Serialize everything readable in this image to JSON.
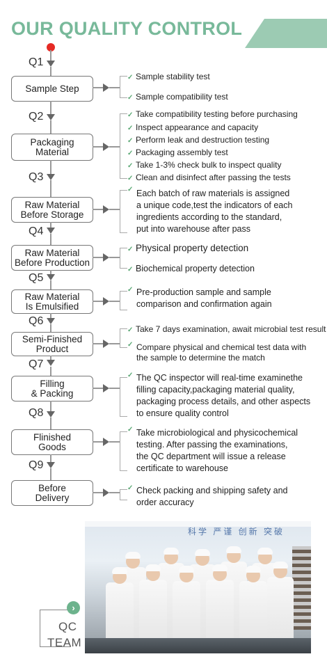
{
  "header": {
    "title": "OUR QUALITY CONTROL"
  },
  "steps": [
    {
      "q": "Q1",
      "lines": [
        "Sample Step"
      ],
      "items": [
        "Sample stability test",
        "Sample compatibility test"
      ]
    },
    {
      "q": "Q2",
      "lines": [
        "Packaging",
        "Material"
      ],
      "items": [
        "Take compatibility testing before purchasing",
        "Inspect appearance and capacity",
        "Perform leak and destruction testing",
        "Packaging assembly test",
        "Take 1-3% check bulk to inspect quality",
        "Clean and disinfect after passing the tests"
      ]
    },
    {
      "q": "Q3",
      "lines": [
        "Raw Material",
        "Before Storage"
      ],
      "para": [
        "Each batch of raw materials is assigned",
        "a unique code,test the indicators of each",
        "ingredients according to the standard,",
        "put into warehouse after pass"
      ]
    },
    {
      "q": "Q4",
      "lines": [
        "Raw Material",
        "Before Production"
      ],
      "items": [
        "Physical property detection",
        "Biochemical property detection"
      ]
    },
    {
      "q": "Q5",
      "lines": [
        "Raw  Material",
        "Is Emulsified"
      ],
      "para": [
        "Pre-production sample and sample",
        "comparison and confirmation again"
      ]
    },
    {
      "q": "Q6",
      "lines": [
        "Semi-Finished",
        "Product"
      ],
      "items": [
        "Take 7 days examination, await microbial test result",
        "Compare physical and chemical test data with",
        "the sample to determine the match"
      ]
    },
    {
      "q": "Q7",
      "lines": [
        "Filling",
        "& Packing"
      ],
      "para": [
        "The QC inspector will real-time examinethe",
        "filling capacity,packaging material quality,",
        "packaging process details, and other aspects",
        "to ensure quality control"
      ]
    },
    {
      "q": "Q8",
      "lines": [
        "Flinished",
        "Goods"
      ],
      "para": [
        "Take microbiological and physicochemical",
        "testing. After passing the examinations,",
        "the QC department will issue a release",
        "certificate to warehouse"
      ]
    },
    {
      "q": "Q9",
      "lines": [
        "Before",
        "Delivery"
      ],
      "para": [
        "Check packing and shipping safety and",
        "order accuracy"
      ]
    }
  ],
  "team": {
    "line1": "QC",
    "line2": "TEAM",
    "photo_banner": "科学 严谨 创新 突破"
  },
  "colors": {
    "accent": "#78b99a",
    "ribbon": "#9ccbb3",
    "start_dot": "#e52a24",
    "check": "#5aa874"
  },
  "icons": {
    "check": "check-icon",
    "arrow": "chevron-right-icon"
  }
}
